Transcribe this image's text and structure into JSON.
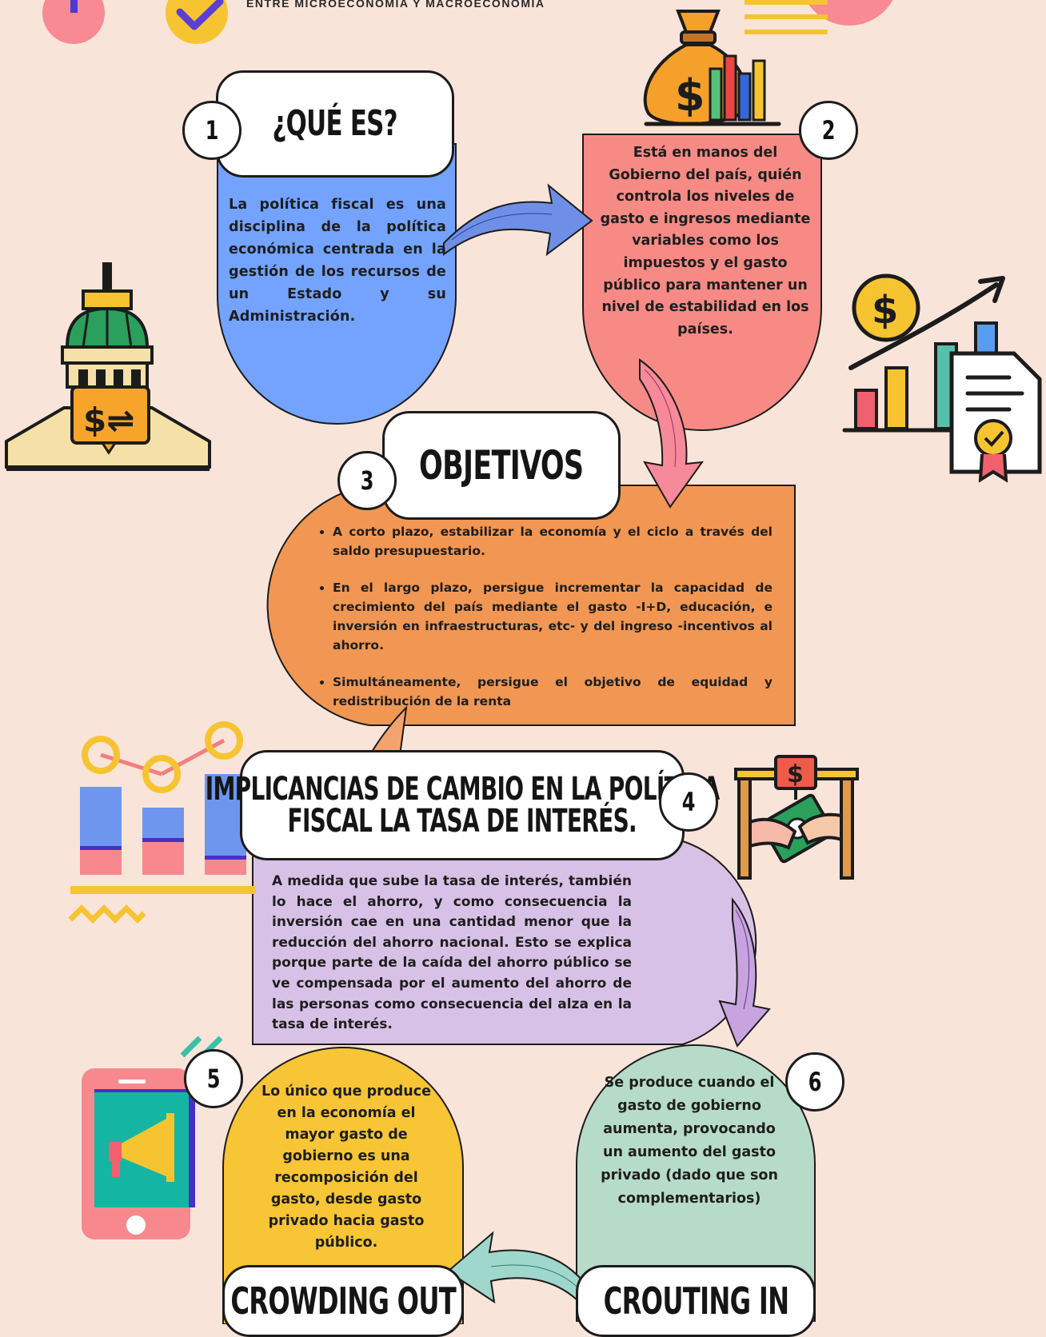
{
  "header": {
    "subtitle": "ENTRE MICROECONOMÍA Y MACROECONOMÍA"
  },
  "section1": {
    "number": "1",
    "title": "¿QUÉ ES?",
    "text": "La política fiscal es una disciplina de la política económica centrada en la gestión de los recursos de un Estado y su Administración.",
    "color": "#73a3ff"
  },
  "section2": {
    "number": "2",
    "text": "Está en manos del Gobierno del país, quién controla los niveles de gasto e ingresos mediante variables como los impuestos y el gasto público para mantener un nivel de estabilidad en los países.",
    "color": "#f78a84"
  },
  "section3": {
    "number": "3",
    "title": "OBJETIVOS",
    "bullets": [
      "A corto plazo, estabilizar la economía y el ciclo a través del saldo presupuestario.",
      "En el largo plazo, persigue incrementar la capacidad de crecimiento del país mediante el gasto -I+D, educación, e inversión en infraestructuras, etc- y del ingreso -incentivos al ahorro.",
      "Simultáneamente, persigue el objetivo de equidad y redistribución de la renta"
    ],
    "color": "#f19753"
  },
  "section4": {
    "number": "4",
    "title_line1": "IMPLICANCIAS DE CAMBIO EN LA POLÍTICA",
    "title_line2": "FISCAL LA TASA DE INTERÉS.",
    "text": "A medida que sube la tasa de interés, también lo hace el ahorro, y como consecuencia la inversión cae en una cantidad menor que la reducción del ahorro nacional. Esto se explica porque parte de la caída del ahorro público se ve compensada por el aumento del ahorro de las personas como consecuencia del alza en la tasa de interés.",
    "color": "#d8c1e6"
  },
  "section5": {
    "number": "5",
    "title": "CROWDING OUT",
    "text": "Lo único que produce en la economía el mayor gasto de gobierno es una recomposición del gasto, desde gasto privado hacia gasto público.",
    "color": "#f7c535"
  },
  "section6": {
    "number": "6",
    "title": "CROUTING IN",
    "text": "Se produce cuando el gasto de gobierno aumenta, provocando un aumento del gasto privado (dado que son complementarios)",
    "color": "#b7dbc9"
  },
  "icons": {
    "top_left_1": "info-icon",
    "top_left_2": "check-icon",
    "top_right": "menu-lines-icon",
    "money_bag": "money-bag-chart-icon",
    "capitol": "government-capitol-icon",
    "growth_doc": "growth-chart-document-icon",
    "line_bars": "line-bar-chart-icon",
    "exchange": "money-exchange-icon",
    "phone": "phone-megaphone-icon"
  }
}
